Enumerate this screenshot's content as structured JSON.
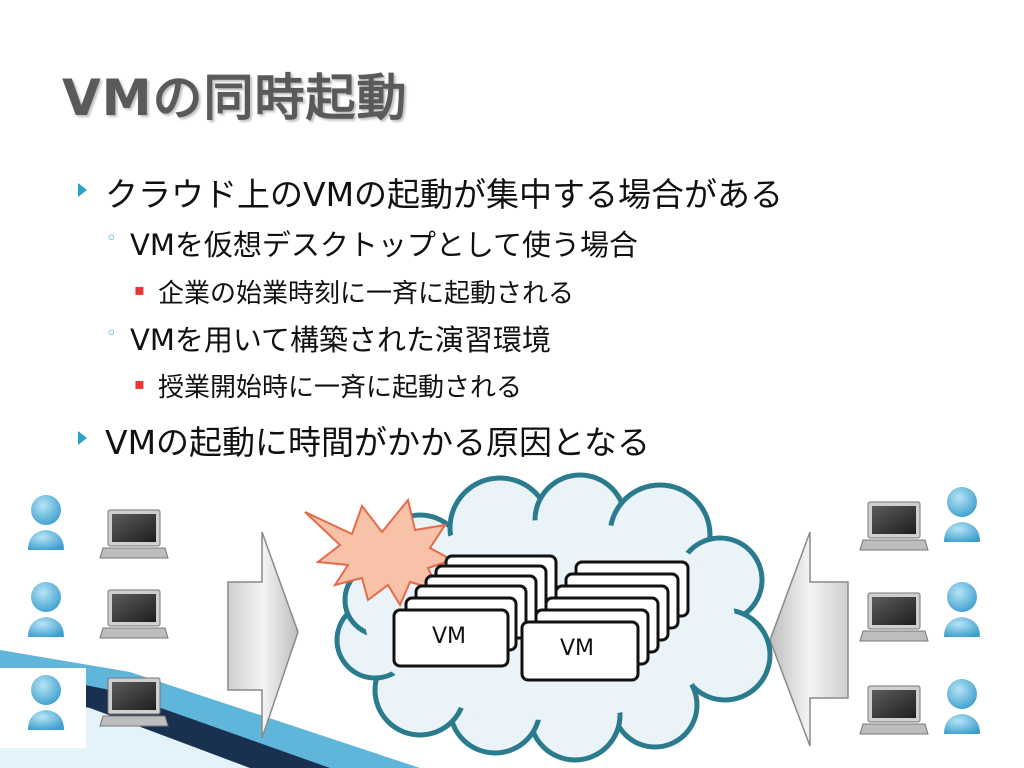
{
  "title": "VMの同時起動",
  "bullets": [
    {
      "level": 1,
      "text": "クラウド上のVMの起動が集中する場合がある"
    },
    {
      "level": 2,
      "text": "VMを仮想デスクトップとして使う場合"
    },
    {
      "level": 3,
      "text": "企業の始業時刻に一斉に起動される"
    },
    {
      "level": 2,
      "text": "VMを用いて構築された演習環境"
    },
    {
      "level": 3,
      "text": "授業開始時に一斉に起動される"
    },
    {
      "level": 1,
      "text": "VMの起動に時間がかかる原因となる"
    }
  ],
  "diagram": {
    "vm_label_1": "VM",
    "vm_label_2": "VM"
  },
  "colors": {
    "title": "#5a5a5a",
    "bullet_marker": "#2aa0c9",
    "cloud_outline": "#2a7b8e",
    "accent_band": "#1a3a5a",
    "star": "#f9c3a8",
    "person": "#5bb6dd"
  }
}
